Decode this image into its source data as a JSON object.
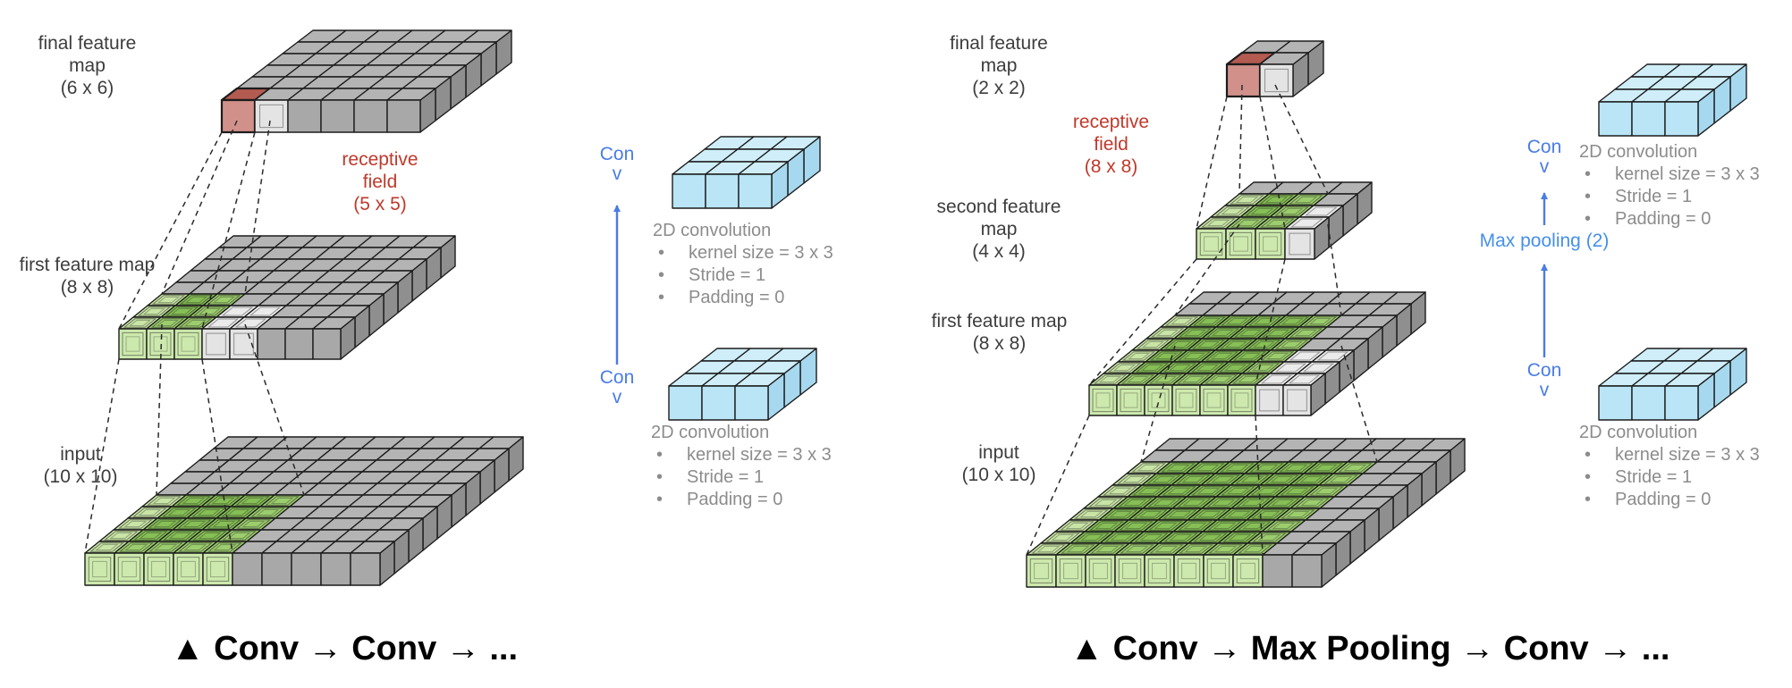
{
  "ui": {
    "bullet": "•"
  },
  "colors": {
    "label_text": "#3d3d3d",
    "annotation_text": "#8c8c8c",
    "receptive_field_text": "#c0392b",
    "conv_blue": "#4a7ce6",
    "pool_blue": "#4590ea",
    "caption_text": "#000000",
    "cube_top": "#b4b4b4",
    "cube_front": "#a8a8a8",
    "cube_side": "#8f8f8f",
    "cube_light_top": "#ebebeb",
    "cube_light_front": "#e4e4e4",
    "green_light": "#c9e5a6",
    "green_mid": "#9ccd6d",
    "green_dark": "#86bf55",
    "green_front": "#cde9ad",
    "red_top": "#b45b51",
    "red_front": "#d1918a",
    "cyan_top": "#cfeef9",
    "cyan_front": "#b9e5f6",
    "cyan_side": "#a6d9ef",
    "outline": "#1c1c1c",
    "dash": "#2a2a2a"
  },
  "panels": [
    {
      "name": "conv-conv",
      "caption": "▲ Conv → Conv → ...",
      "receptive_field": {
        "lines": [
          "receptive",
          "field",
          "(5 x 5)"
        ]
      },
      "layers": [
        {
          "name": "final-feature-map",
          "rows": 6,
          "cols": 6,
          "red": true,
          "label_lines": [
            "final feature",
            "map",
            "(6 x 6)"
          ]
        },
        {
          "name": "first-feature-map",
          "rows": 8,
          "cols": 8,
          "green": 3,
          "label_lines": [
            "first feature map",
            "(8 x 8)"
          ]
        },
        {
          "name": "input",
          "rows": 10,
          "cols": 10,
          "green": 5,
          "label_lines": [
            "input",
            "(10 x 10)"
          ]
        }
      ],
      "flow_labels": {
        "conv_top": [
          "Con",
          "v"
        ],
        "conv_bottom": [
          "Con",
          "v"
        ]
      },
      "kernel_boxes": [
        {
          "title": "2D convolution",
          "bullets": [
            "kernel size = 3 x 3",
            "Stride = 1",
            "Padding = 0"
          ]
        },
        {
          "title": "2D convolution",
          "bullets": [
            "kernel size = 3 x 3",
            "Stride = 1",
            "Padding = 0"
          ]
        }
      ]
    },
    {
      "name": "conv-maxpool-conv",
      "caption": "▲ Conv → Max Pooling → Conv → ...",
      "receptive_field": {
        "lines": [
          "receptive",
          "field",
          "(8 x 8)"
        ]
      },
      "layers": [
        {
          "name": "final-feature-map",
          "rows": 2,
          "cols": 2,
          "red": true,
          "label_lines": [
            "final feature",
            "map",
            "(2 x 2)"
          ]
        },
        {
          "name": "second-feature-map",
          "rows": 4,
          "cols": 4,
          "green": 3,
          "label_lines": [
            "second feature",
            "map",
            "(4 x 4)"
          ]
        },
        {
          "name": "first-feature-map",
          "rows": 8,
          "cols": 8,
          "green": 6,
          "label_lines": [
            "first feature map",
            "(8 x 8)"
          ]
        },
        {
          "name": "input",
          "rows": 10,
          "cols": 10,
          "green": 8,
          "label_lines": [
            "input",
            "(10 x 10)"
          ]
        }
      ],
      "flow_labels": {
        "conv_top": [
          "Con",
          "v"
        ],
        "max_pooling": "Max pooling (2)",
        "conv_bottom": [
          "Con",
          "v"
        ]
      },
      "kernel_boxes": [
        {
          "title": "2D convolution",
          "bullets": [
            "kernel size = 3 x 3",
            "Stride = 1",
            "Padding = 0"
          ]
        },
        {
          "title": "2D convolution",
          "bullets": [
            "kernel size = 3 x 3",
            "Stride = 1",
            "Padding = 0"
          ]
        }
      ]
    }
  ]
}
